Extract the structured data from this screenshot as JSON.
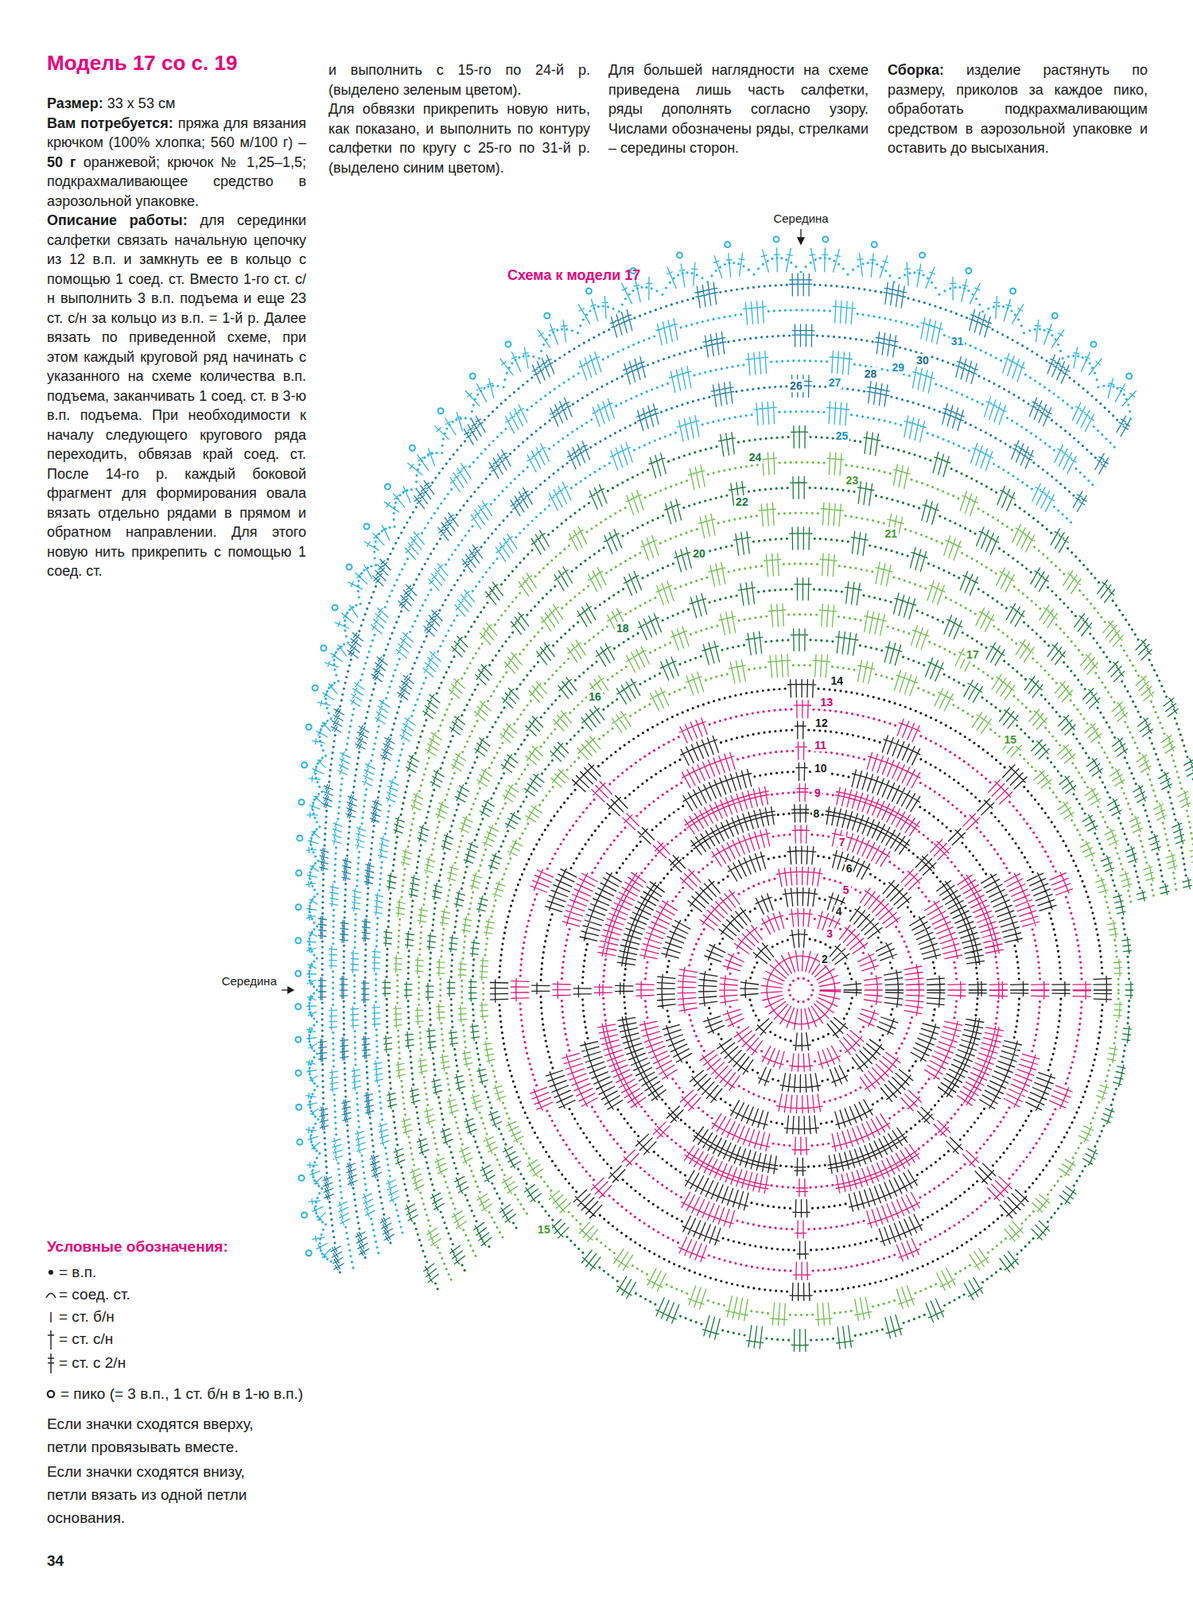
{
  "diagram": {
    "title": "Модель 17 со с. 19",
    "caption": "Схема к модели 17",
    "labels": [
      "Размер:",
      "33 х 53 см",
      "Вам потребуется:",
      "пряжа для вязания крючком (100% хлопка; 560 м/100 г) –",
      "50 г",
      "оранжевой; крючок № 1,25–1,5; подкрахмаливающее средство в аэрозольной упаковке.",
      "Описание работы:",
      "для серединки салфетки связать начальную цепочку из 12 в.п. и замкнуть ее в кольцо с помощью 1 соед. ст. Вместо 1-го ст. с/н выполнить 3 в.п. подъема и еще 23 ст. с/н за кольцо из в.п. = 1-й р. Далее вязать по приведенной схеме, при этом каждый круговой ряд начинать с указанного на схеме количества в.п. подъема, заканчивать 1 соед. ст. в 3-ю в.п. подъема. При необходимости к началу следующего кругового ряда переходить, обвязав край соед. ст. После 14-го р. каждый боковой фрагмент для формирования овала вязать отдельно рядами в прямом и обратном направлении. Для этого новую нить прикрепить с помощью 1 соед. ст.",
      "и выполнить с 15-го по 24-й р. (выделено зеленым цветом).",
      "Для обвязки прикрепить новую нить, как показано, и выполнить по контуру салфетки по кругу с 25-го по 31-й р. (выделено синим цветом).",
      "Для большей наглядности на схеме приведена лишь часть салфетки, ряды дополнять согласно узору. Числами обозначены ряды, стрелками – середины сторон.",
      "Сборка:",
      "изделие растянуть по размеру, приколов за каждое пико, обработать подкрахмаливающим средством в аэрозольной упаковке и оставить до высыхания.",
      "Середина",
      "Середина",
      "2",
      "3",
      "4",
      "5",
      "6",
      "7",
      "8",
      "9",
      "10",
      "11",
      "12",
      "13",
      "14",
      "15",
      "16",
      "17",
      "18",
      "20",
      "21",
      "22",
      "23",
      "24",
      "25",
      "26",
      "27",
      "28",
      "29",
      "30",
      "31",
      "15",
      "Условные обозначения:",
      "Если значки сходятся вверху, петли провязывать вместе.",
      "Если значки сходятся внизу, петли вязать из одной петли основания.",
      "34"
    ],
    "legend": [
      {
        "text": "= в.п."
      },
      {
        "text": "= соед. ст."
      },
      {
        "text": "= ст. б/н"
      },
      {
        "text": "= ст. с/н"
      },
      {
        "text": "= ст. с 2/н"
      },
      {
        "text": "= пико (= 3 в.п., 1 ст. б/н в 1-ю в.п.)"
      }
    ]
  }
}
